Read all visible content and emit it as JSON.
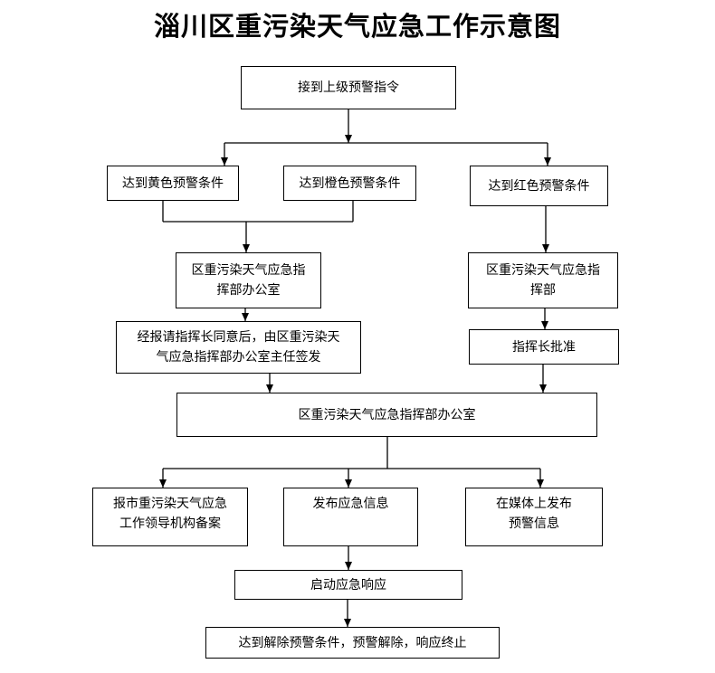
{
  "title": "淄川区重污染天气应急工作示意图",
  "nodes": {
    "receive_warning": "接到上级预警指令",
    "yellow": "达到黄色预警条件",
    "orange": "达到橙色预警条件",
    "red": "达到红色预警条件",
    "office_left": [
      "区重污染天气应急指",
      "挥部办公室"
    ],
    "hq_right": [
      "区重污染天气应急指",
      "挥部"
    ],
    "approval_left": [
      "经报请指挥长同意后，由区重污染天",
      "气应急指挥部办公室主任签发"
    ],
    "commander_approve": "指挥长批准",
    "office_center": "区重污染天气应急指挥部办公室",
    "report": [
      "报市重污染天气应急",
      "工作领导机构备案"
    ],
    "publish": "发布应急信息",
    "media": [
      "在媒体上发布",
      "预警信息"
    ],
    "start_response": "启动应急响应",
    "terminate": "达到解除预警条件，预警解除，响应终止"
  }
}
